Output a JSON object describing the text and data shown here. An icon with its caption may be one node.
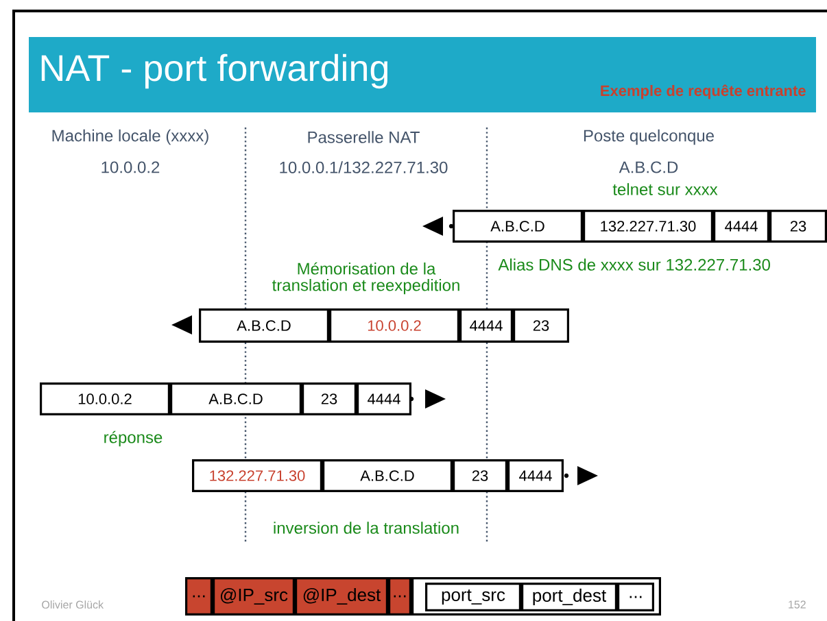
{
  "diagram": {
    "title": "NAT - port forwarding",
    "nodes": [
      {
        "text": [
          "A.B.C.D"
        ]
      },
      {
        "text": [
          "132.227.71.30"
        ]
      },
      {
        "text": [
          "4444"
        ]
      },
      {
        "text": [
          "23"
        ]
      },
      {
        "text": [
          "A.B.C.D"
        ]
      },
      {
        "text": [
          "10.0.0.2"
        ]
      },
      {
        "text": [
          "4444"
        ]
      },
      {
        "text": [
          "23"
        ]
      },
      {
        "text": [
          "10.0.0.2"
        ]
      },
      {
        "text": [
          "A.B.C.D"
        ]
      },
      {
        "text": [
          "23"
        ]
      },
      {
        "text": [
          "4444"
        ]
      },
      {
        "text": [
          "132.227.71.30"
        ]
      },
      {
        "text": [
          "A.B.C.D"
        ]
      },
      {
        "text": [
          "23"
        ]
      },
      {
        "text": [
          "4444"
        ]
      },
      {
        "text": [
          "..."
        ]
      },
      {
        "text": [
          "@IP_src"
        ]
      },
      {
        "text": [
          "@IP_dest"
        ]
      },
      {
        "text": [
          "..."
        ]
      },
      {
        "text": [],
        "shape": "box"
      },
      {
        "text": [
          "port_src"
        ],
        "in": 20
      },
      {
        "text": [
          "port_dest"
        ],
        "in": 20
      },
      {
        "text": [
          "..."
        ],
        "in": 20
      }
    ],
    "labels": [
      "Exemple de requête entrante",
      "Machine locale (xxxx)",
      "Passerelle NAT",
      "Poste quelconque",
      "10.0.0.2",
      "10.0.0.1/132.227.71.30",
      "A.B.C.D",
      "telnet sur xxxx",
      "Mémorisation de la translation et reexpedition",
      "Alias DNS de xxxx sur 132.227.71.30",
      "réponse",
      "inversion de la translation",
      "Olivier Glück",
      "152"
    ]
  }
}
